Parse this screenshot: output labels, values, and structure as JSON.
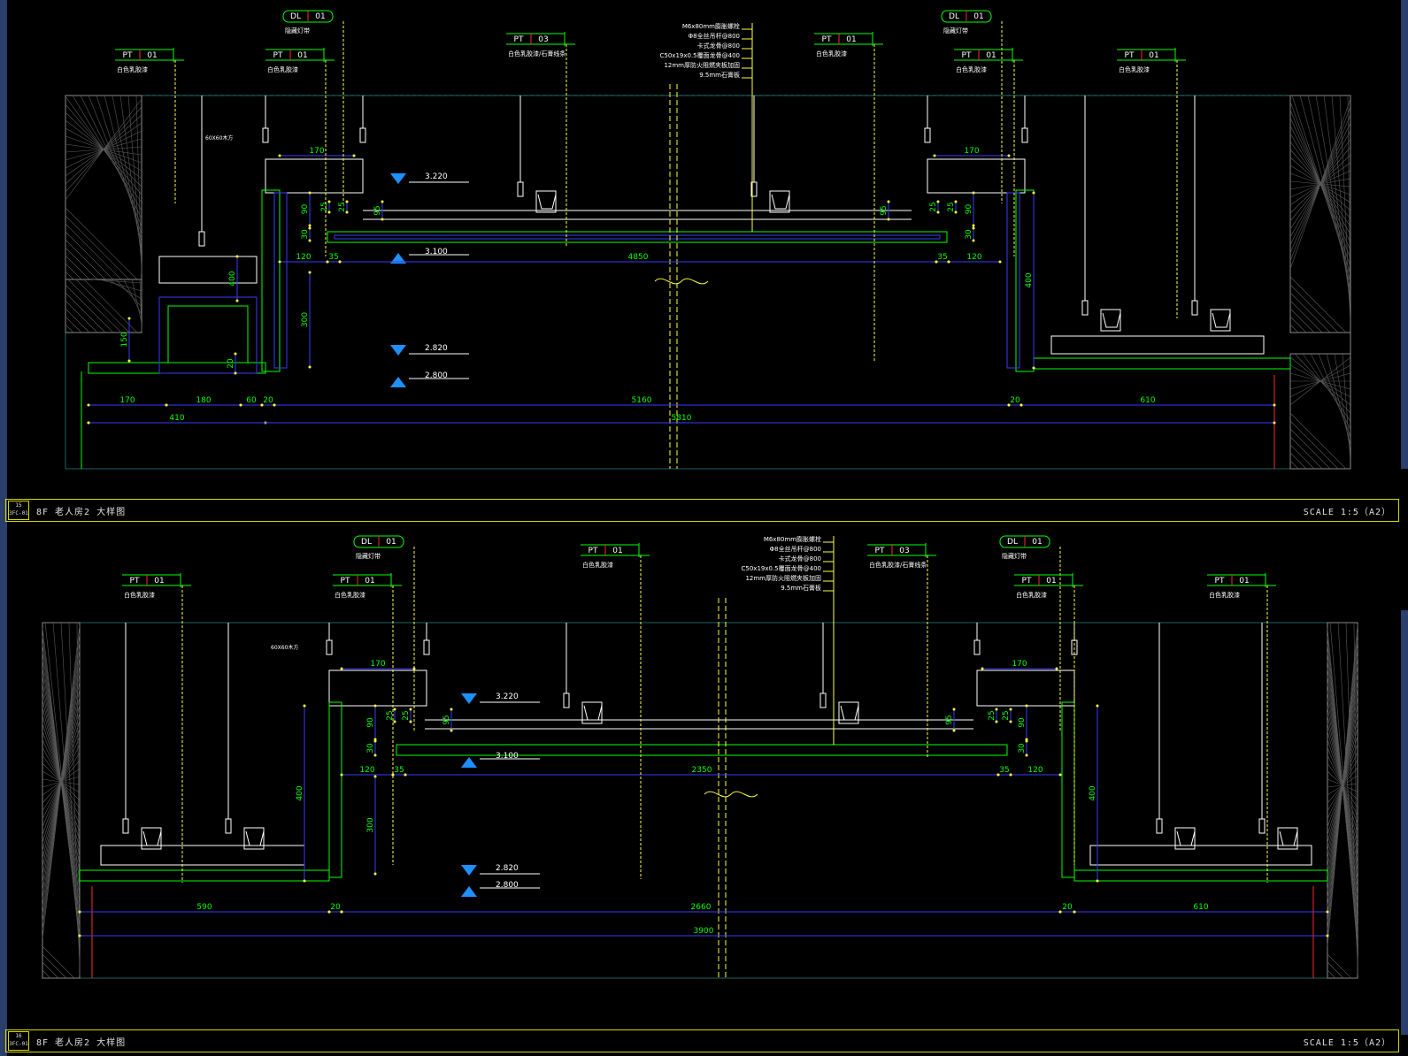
{
  "drawings": [
    {
      "id": "15",
      "sheet": "3FC-01",
      "title": "8F 老人房2  大样图",
      "scale": "SCALE  1:5（A2）",
      "dims": {
        "top_left": "170",
        "top_right": "170",
        "v90_l": "90",
        "v25a_l": "25",
        "v25b_l": "25",
        "v30_l": "30",
        "v95_l": "95",
        "v95_r": "95",
        "v25a_r": "25",
        "v25b_r": "25",
        "v90_r": "90",
        "v30_r": "30",
        "h120_l": "120",
        "h35_l": "35",
        "span": "4850",
        "h35_r": "35",
        "h120_r": "120",
        "v400_l": "400",
        "v400_r": "400",
        "v300": "300",
        "v150": "150",
        "v20": "20",
        "b170": "170",
        "b180": "180",
        "b60": "60",
        "b20_l": "20",
        "b5160": "5160",
        "b20_r": "20",
        "b610": "610",
        "b410": "410",
        "total": "5810"
      },
      "levels": [
        "3.220",
        "3.100",
        "2.820",
        "2.800"
      ],
      "tags": [
        {
          "code": "PT",
          "num": "01",
          "note": "白色乳胶漆"
        },
        {
          "code": "PT",
          "num": "01",
          "note": "白色乳胶漆"
        },
        {
          "code": "DL",
          "num": "01",
          "note": "隐藏灯带"
        },
        {
          "code": "PT",
          "num": "03",
          "note": "白色乳胶漆/石膏线条"
        },
        {
          "code": "PT",
          "num": "01",
          "note": "白色乳胶漆"
        },
        {
          "code": "DL",
          "num": "01",
          "note": "隐藏灯带"
        },
        {
          "code": "PT",
          "num": "01",
          "note": "白色乳胶漆"
        },
        {
          "code": "PT",
          "num": "01",
          "note": "白色乳胶漆"
        }
      ],
      "note_small": "60X60木方",
      "material_notes": [
        "M6x80mm膨胀螺栓",
        "Φ8全丝吊杆@800",
        "卡式龙骨@800",
        "C50x19x0.5覆面龙骨@400",
        "12mm厚防火阻燃夹板加固",
        "9.5mm石膏板"
      ]
    },
    {
      "id": "16",
      "sheet": "3FC-01",
      "title": "8F 老人房2  大样图",
      "scale": "SCALE  1:5（A2）",
      "dims": {
        "top_left": "170",
        "top_right": "170",
        "v90_l": "90",
        "v25a_l": "25",
        "v25b_l": "25",
        "v30_l": "30",
        "v95_l": "95",
        "v95_r": "95",
        "v25a_r": "25",
        "v25b_r": "25",
        "v90_r": "90",
        "v30_r": "30",
        "h120_l": "120",
        "h35_l": "35",
        "span": "2350",
        "h35_r": "35",
        "h120_r": "120",
        "v400_l": "400",
        "v400_r": "400",
        "v300": "300",
        "b590": "590",
        "b20_l": "20",
        "b2660": "2660",
        "b20_r": "20",
        "b610": "610",
        "total": "3900"
      },
      "levels": [
        "3.220",
        "3.100",
        "2.820",
        "2.800"
      ],
      "tags": [
        {
          "code": "PT",
          "num": "01",
          "note": "白色乳胶漆"
        },
        {
          "code": "PT",
          "num": "01",
          "note": "白色乳胶漆"
        },
        {
          "code": "DL",
          "num": "01",
          "note": "隐藏灯带"
        },
        {
          "code": "PT",
          "num": "01",
          "note": "白色乳胶漆"
        },
        {
          "code": "PT",
          "num": "03",
          "note": "白色乳胶漆/石膏线条"
        },
        {
          "code": "DL",
          "num": "01",
          "note": "隐藏灯带"
        },
        {
          "code": "PT",
          "num": "01",
          "note": "白色乳胶漆"
        },
        {
          "code": "PT",
          "num": "01",
          "note": "白色乳胶漆"
        }
      ],
      "note_small": "60X60木方",
      "material_notes": [
        "M6x80mm膨胀螺栓",
        "Φ8全丝吊杆@800",
        "卡式龙骨@800",
        "C50x19x0.5覆面龙骨@400",
        "12mm厚防火阻燃夹板加固",
        "9.5mm石膏板"
      ]
    }
  ],
  "colors": {
    "background": "#000000",
    "frame": "#d8d800",
    "dimension": "#00ff00",
    "structure": "#3a3aff",
    "detail": "#ffffff",
    "leader": "#ffff40",
    "level_marker": "#1e90ff",
    "hatch": "#8a8a8a",
    "section_line": "#ff2a2a"
  }
}
